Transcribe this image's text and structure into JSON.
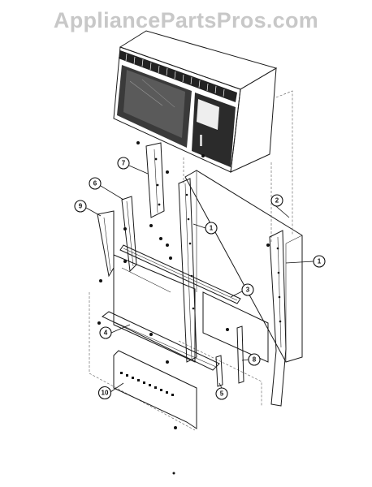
{
  "watermark": "AppliancePartsPros.com",
  "callouts": [
    {
      "id": "7",
      "label": "7"
    },
    {
      "id": "6",
      "label": "6"
    },
    {
      "id": "9",
      "label": "9"
    },
    {
      "id": "1a",
      "label": "1"
    },
    {
      "id": "2",
      "label": "2"
    },
    {
      "id": "1b",
      "label": "1"
    },
    {
      "id": "3",
      "label": "3"
    },
    {
      "id": "4",
      "label": "4"
    },
    {
      "id": "8",
      "label": "8"
    },
    {
      "id": "5",
      "label": "5"
    },
    {
      "id": "10",
      "label": "10"
    }
  ]
}
